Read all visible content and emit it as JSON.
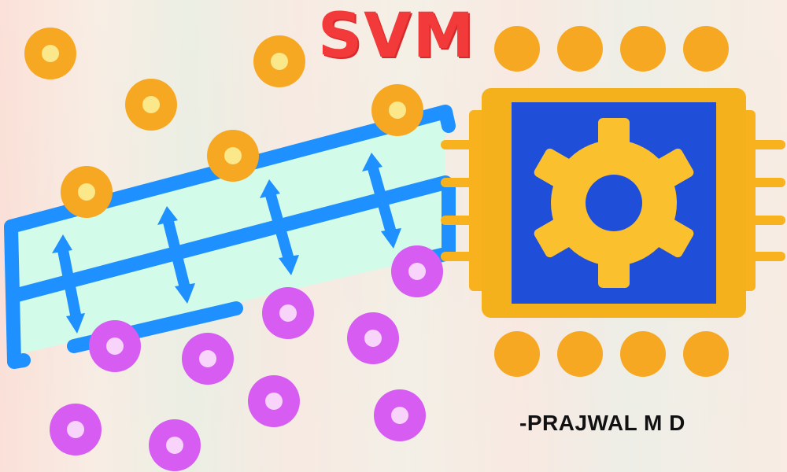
{
  "title": "SVM",
  "author": "-PRAJWAL M D",
  "colors": {
    "title_red": "#f23a3a",
    "margin_blue": "#1e90ff",
    "margin_fill": "#d3fbe9",
    "orange_point": "#f7a823",
    "orange_point_center": "#fbe88a",
    "purple_point": "#d65cf2",
    "purple_point_center": "#f8d4fb",
    "chip_body": "#f5b11c",
    "chip_core": "#1f4fd8",
    "gear": "#fbc02d"
  },
  "icons": [
    "svm-margin-hyperplane",
    "gear-chip-icon",
    "class-a-points",
    "class-b-points"
  ]
}
